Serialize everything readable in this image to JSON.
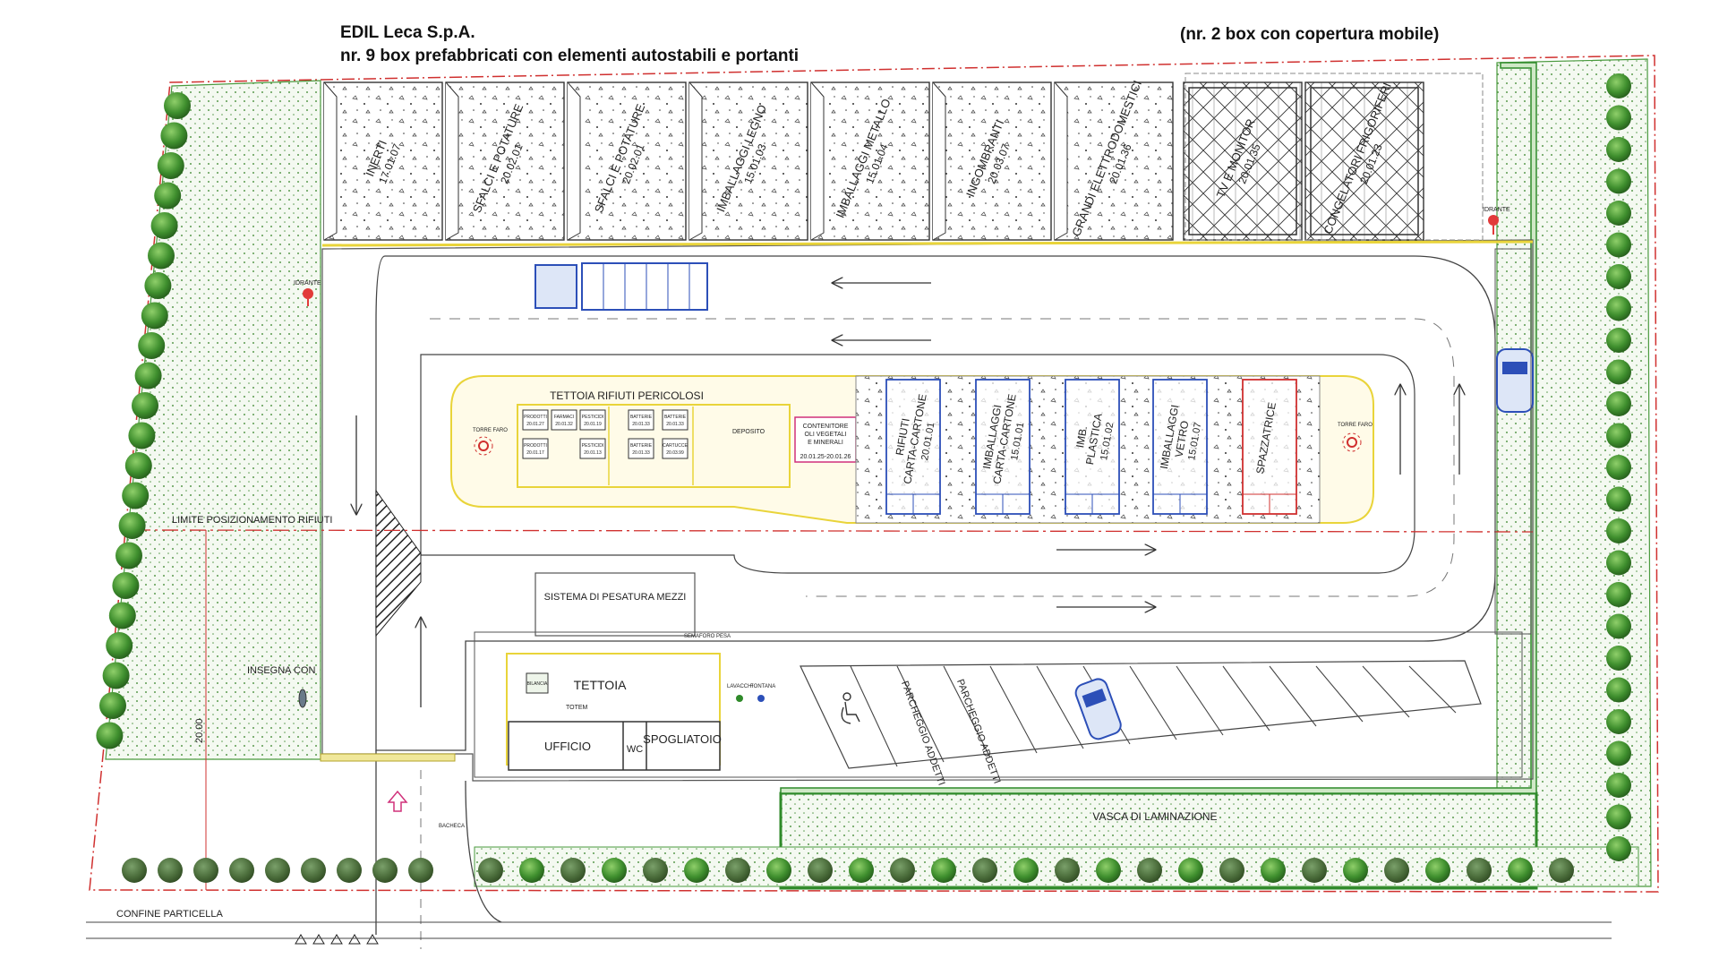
{
  "header": {
    "company": "EDIL Leca S.p.A.",
    "description": "nr. 9 box prefabbricati con elementi autostabili e portanti",
    "mobile_note": "(nr. 2 box con copertura mobile)"
  },
  "boxes": [
    {
      "label": "INERTI",
      "code": "17.01.07"
    },
    {
      "label": "SFALCI E POTATURE",
      "code": "20.02.01"
    },
    {
      "label": "SFALCI E POTATURE",
      "code": "20.02.01"
    },
    {
      "label": "IMBALLAGGI LEGNO",
      "code": "15.01.03"
    },
    {
      "label": "IMBALLAGGI METALLO",
      "code": "15.01.04"
    },
    {
      "label": "INGOMBRANTI",
      "code": "20.03.07"
    },
    {
      "label": "GRANDI ELETTRODOMESTICI",
      "code": "20.01.36"
    },
    {
      "label": "TV E MONITOR",
      "code": "20.01.35"
    },
    {
      "label": "CONGELATORI FRIGORIFERI",
      "code": "20.01.23"
    }
  ],
  "island": {
    "title": "TETTOIA RIFIUTI PERICOLOSI",
    "small_cells": [
      "PRODOTTI 20.01.27",
      "FARMACI 20.01.32",
      "PESTICIDI 20.01.19",
      "BATTERIE 20.01.33",
      "BATTERIE 20.01.33",
      "PRODOTTI 20.01.17",
      "PESTICIDI 20.01.13",
      "BATTERIE 20.01.33",
      "CARTUCCE 20.03.99"
    ],
    "deposit": "DEPOSITO",
    "container": "CONTENITORE OLI VEGETALI E MINERALI",
    "container_code": "20.01.25-20.01.26",
    "tower_left": "TORRE FARO",
    "tower_right": "TORRE FARO",
    "containers": [
      {
        "label": "RIFIUTI CARTA-CARTONE",
        "code": "20.01.01"
      },
      {
        "label": "IMBALLAGGI CARTA-CARTONE",
        "code": "15.01.01"
      },
      {
        "label": "IMB. PLASTICA",
        "code": "15.01.02"
      },
      {
        "label": "IMBALLAGGI VETRO",
        "code": "15.01.07"
      },
      {
        "label": "SPAZZATRICE",
        "code": ""
      }
    ]
  },
  "labels": {
    "limit": "LIMITE POSIZIONAMENTO RIFIUTI",
    "weighing": "SISTEMA DI PESATURA MEZZI",
    "sign": "INSEGNA CON",
    "dimension": "20.00",
    "boundary": "CONFINE PARTICELLA",
    "basin": "VASCA DI LAMINAZIONE",
    "hydrant_left": "IDRANTE",
    "hydrant_right": "IDRANTE",
    "bacheca": "BACHECA",
    "semaforo": "SEMAFORO PESA",
    "lavacchi": "LAVACCHI",
    "fontana": "FONTANA"
  },
  "office": {
    "canopy": "TETTOIA",
    "office": "UFFICIO",
    "wc": "WC",
    "locker": "SPOGLIATOIO",
    "totem": "TOTEM",
    "bilancia": "BILANCIA"
  },
  "parking": {
    "staff_1": "PARCHEGGIO ADDETTI",
    "staff_2": "PARCHEGGIO ADDETTI"
  },
  "colors": {
    "green_dark": "#2f8a2a",
    "green_fill": "#eef5ea",
    "red_line": "#d0302f",
    "blue": "#2c4fb8",
    "yellow": "#e9d43a"
  }
}
